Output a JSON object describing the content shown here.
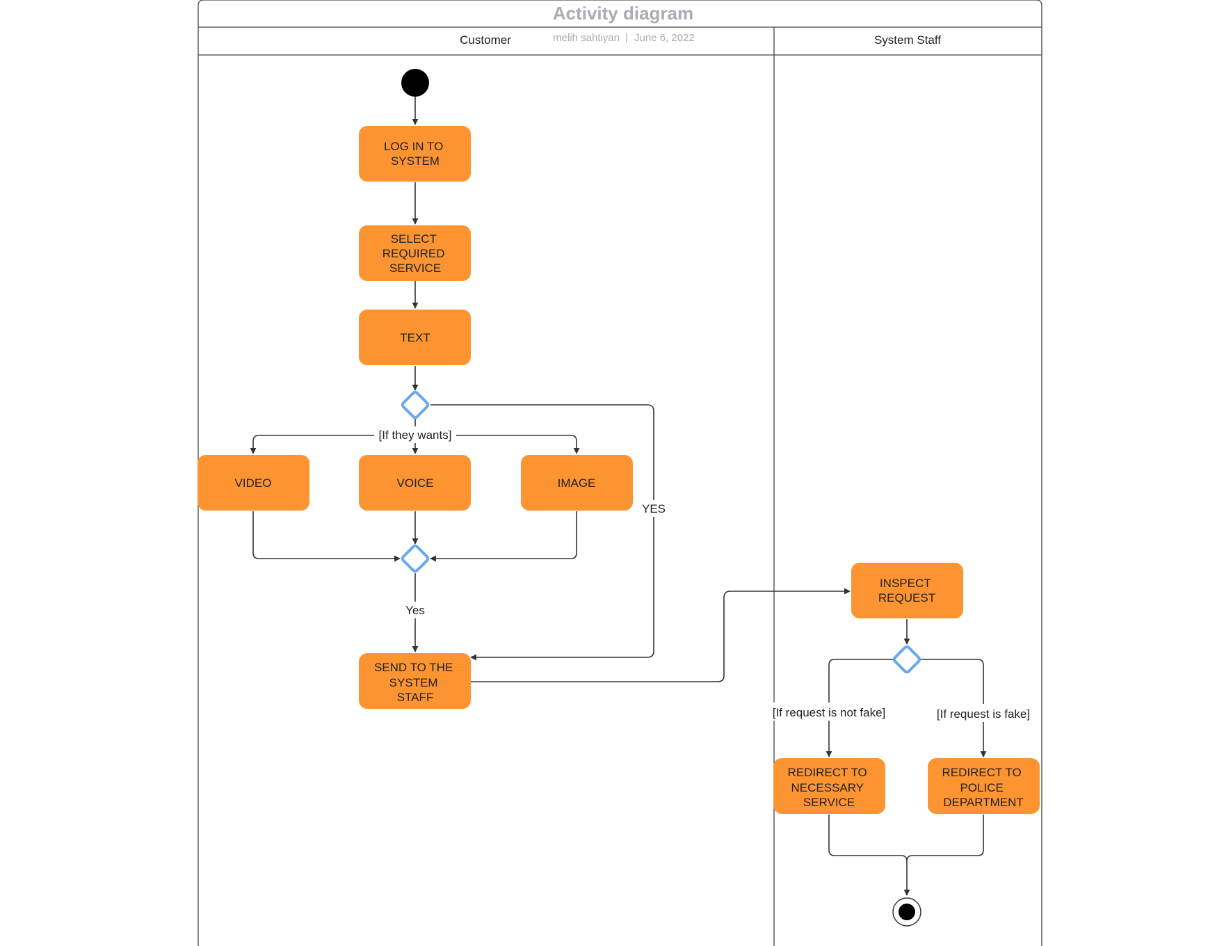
{
  "diagram": {
    "title": "Activity diagram",
    "author": "melih sahtiyan",
    "separator": "|",
    "date": "June 6, 2022",
    "lanes": {
      "customer": "Customer",
      "staff": "System Staff"
    },
    "nodes": {
      "login": [
        "LOG IN TO",
        "SYSTEM"
      ],
      "select": [
        "SELECT",
        "REQUIRED",
        "SERVICE"
      ],
      "text": [
        "TEXT"
      ],
      "video": [
        "VIDEO"
      ],
      "voice": [
        "VOICE"
      ],
      "image": [
        "IMAGE"
      ],
      "send": [
        "SEND TO THE",
        "SYSTEM",
        "STAFF"
      ],
      "inspect": [
        "INSPECT",
        "REQUEST"
      ],
      "redirect_service": [
        "REDIRECT TO",
        "NECESSARY",
        "SERVICE"
      ],
      "redirect_police": [
        "REDIRECT TO",
        "POLICE",
        "DEPARTMENT"
      ]
    },
    "edge_labels": {
      "if_they_wants": "[If they wants]",
      "yes_upper": "YES",
      "yes_lower": "Yes",
      "not_fake": "[If request is not fake]",
      "fake": "[If request is fake]"
    },
    "colors": {
      "activity_fill": "#fc9432",
      "decision_stroke": "#6aa8f0",
      "line": "#333333",
      "title": "#a8acb5"
    }
  }
}
